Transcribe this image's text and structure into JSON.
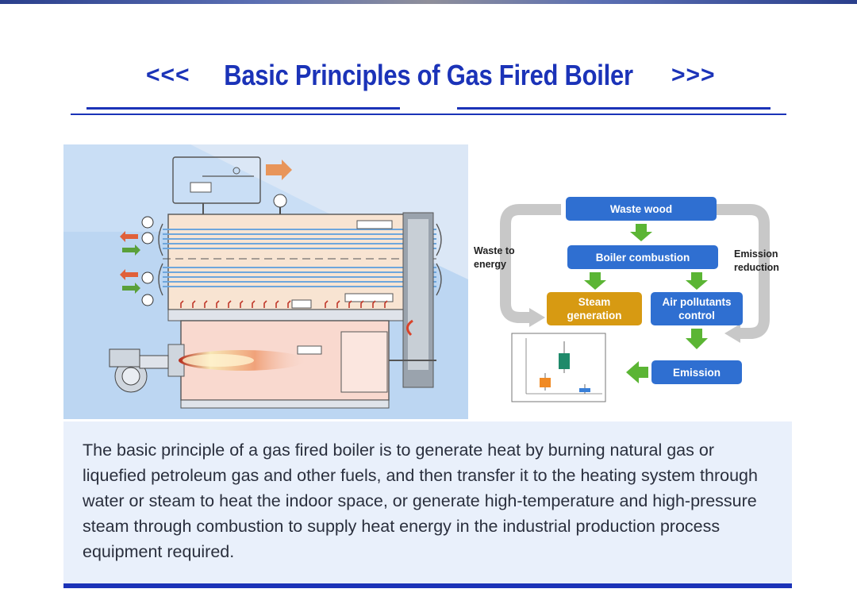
{
  "header": {
    "left_marker": "<<<",
    "title": "Basic Principles of Gas Fired Boiler",
    "right_marker": ">>>"
  },
  "flowchart": {
    "nodes": {
      "waste_wood": "Waste wood",
      "boiler_combustion": "Boiler combustion",
      "steam_line1": "Steam",
      "steam_line2": "generation",
      "air_line1": "Air pollutants",
      "air_line2": "control",
      "emission": "Emission"
    },
    "side_labels": {
      "waste_line1": "Waste to",
      "waste_line2": "energy",
      "emission_line1": "Emission",
      "emission_line2": "reduction"
    },
    "box_colors": {
      "blue": "#2f6fd1",
      "gold": "#d79a12",
      "green_arrow": "#5bb534",
      "gray_loop": "#c8c8c8"
    }
  },
  "description": {
    "text": "The basic principle of a gas fired boiler is to generate heat by burning natural gas or liquefied petroleum gas and other fuels, and then transfer it to the heating system through water or steam to heat the indoor space, or generate high-temperature and high-pressure steam through combustion to supply heat energy in the industrial production process equipment required."
  },
  "colors": {
    "accent": "#1b33b8",
    "panel_bg": "#e9f0fb"
  }
}
